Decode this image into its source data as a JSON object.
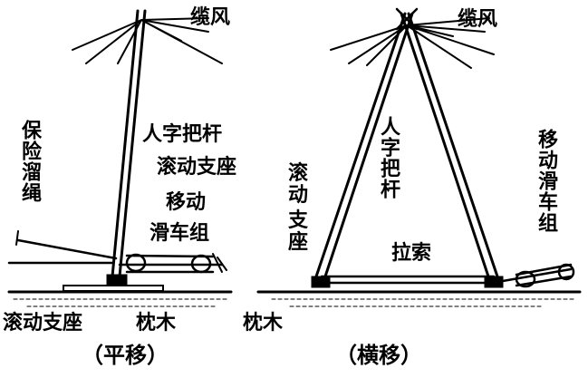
{
  "left": {
    "guy_wire": "缆风",
    "safety_rope": "保险溜绳",
    "gin_pole": "人字把杆",
    "rolling_support_upper": "滚动支座",
    "moving_pulley_line1": "移动",
    "moving_pulley_line2": "滑车组",
    "rolling_support_bottom": "滚动支座",
    "sleeper": "枕木",
    "caption": "（平移）"
  },
  "right": {
    "guy_wire": "缆风",
    "gin_pole": "人字把杆",
    "rolling_support_line1": "滚动",
    "rolling_support_line2": "支座",
    "tie_rope": "拉索",
    "moving_pulley": "移动滑车组",
    "sleeper": "枕木",
    "caption": "（横移）"
  }
}
